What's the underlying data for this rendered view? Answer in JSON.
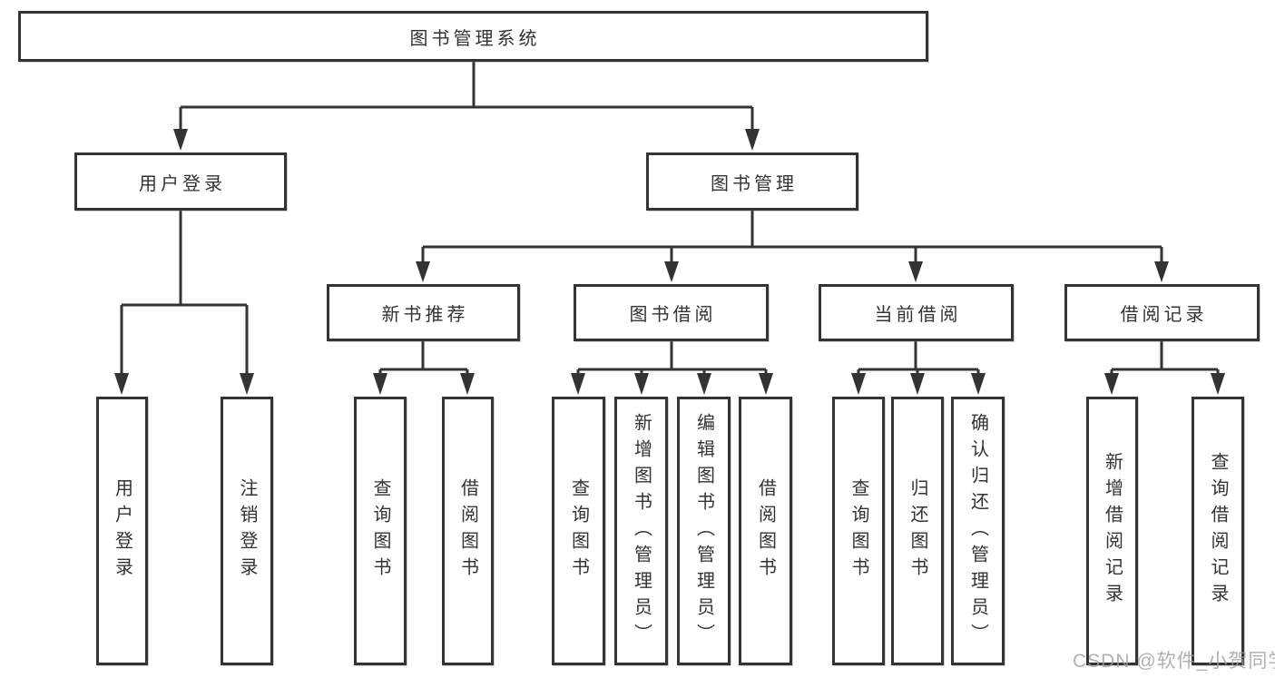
{
  "diagram": {
    "root": {
      "label": "图书管理系统"
    },
    "branches": [
      {
        "label": "用户登录",
        "children": [
          {
            "label": "用户登录"
          },
          {
            "label": "注销登录"
          }
        ]
      },
      {
        "label": "图书管理",
        "children": [
          {
            "label": "新书推荐",
            "children": [
              {
                "label": "查询图书"
              },
              {
                "label": "借阅图书"
              }
            ]
          },
          {
            "label": "图书借阅",
            "children": [
              {
                "label": "查询图书"
              },
              {
                "label": "新增图书（管理员）"
              },
              {
                "label": "编辑图书（管理员）"
              },
              {
                "label": "借阅图书"
              }
            ]
          },
          {
            "label": "当前借阅",
            "children": [
              {
                "label": "查询图书"
              },
              {
                "label": "归还图书"
              },
              {
                "label": "确认归还（管理员）"
              }
            ]
          },
          {
            "label": "借阅记录",
            "children": [
              {
                "label": "新增借阅记录"
              },
              {
                "label": "查询借阅记录"
              }
            ]
          }
        ]
      }
    ]
  },
  "watermark": {
    "text": "CSDN @软件_小贺同学"
  },
  "colors": {
    "line": "#333333",
    "box_border": "#333333",
    "box_fill": "#ffffff",
    "text": "#333333",
    "watermark": "#9e9e9e",
    "background": "#ffffff"
  }
}
